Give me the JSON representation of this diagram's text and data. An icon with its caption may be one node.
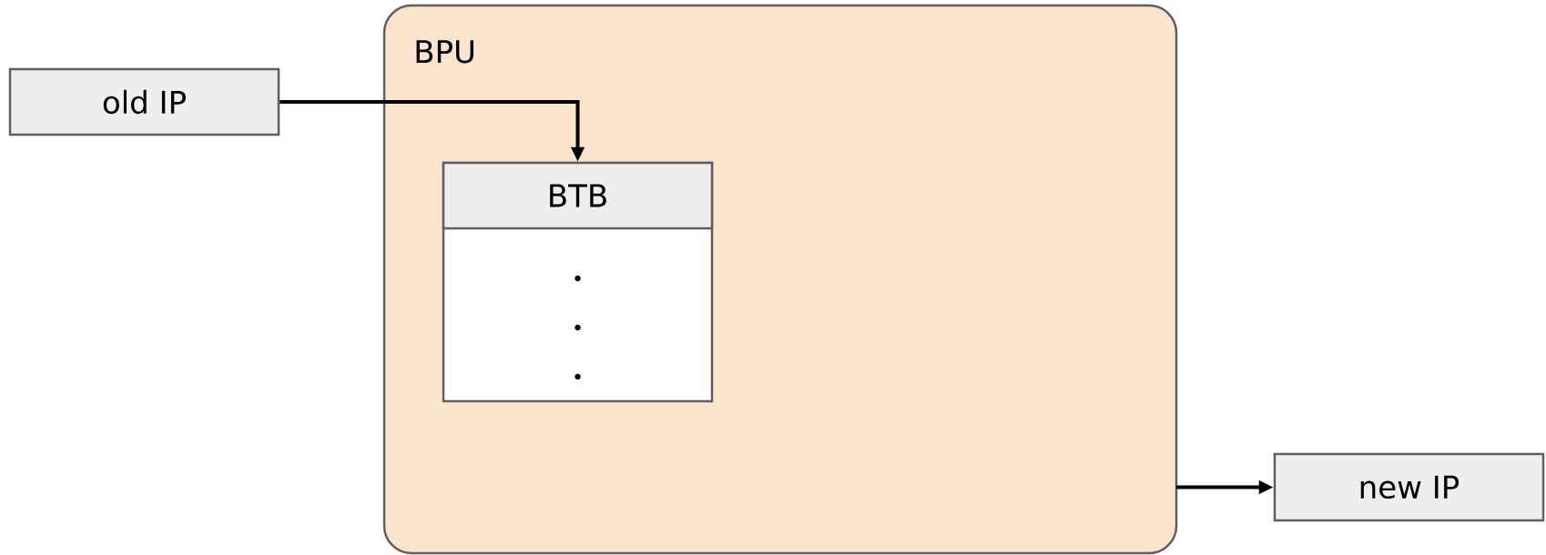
{
  "diagram": {
    "nodes": [
      {
        "text": [
          "old IP"
        ]
      },
      {
        "text": [
          "BPU"
        ]
      },
      {
        "text": [
          "BTB"
        ],
        "in": 1
      },
      {
        "text": [
          "new IP"
        ]
      }
    ],
    "edges": [
      {
        "from": 0,
        "to": 2,
        "arrow": "to"
      },
      {
        "from": 1,
        "to": 3,
        "arrow": "to"
      }
    ]
  }
}
